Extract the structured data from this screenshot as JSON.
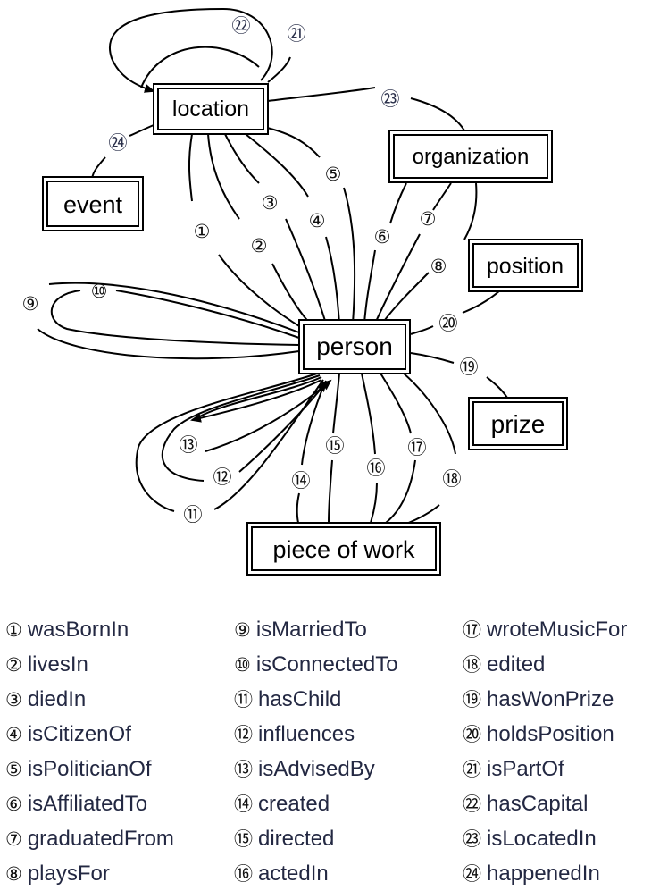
{
  "nodes": {
    "location": "location",
    "organization": "organization",
    "event": "event",
    "position": "position",
    "person": "person",
    "prize": "prize",
    "piece_of_work": "piece of work"
  },
  "edge_labels": {
    "e1": "①",
    "e2": "②",
    "e3": "③",
    "e4": "④",
    "e5": "⑤",
    "e6": "⑥",
    "e7": "⑦",
    "e8": "⑧",
    "e9": "⑨",
    "e10": "⑩",
    "e11": "⑪",
    "e12": "⑫",
    "e13": "⑬",
    "e14": "⑭",
    "e15": "⑮",
    "e16": "⑯",
    "e17": "⑰",
    "e18": "⑱",
    "e19": "⑲",
    "e20": "⑳",
    "e21": "㉑",
    "e22": "㉒",
    "e23": "㉓",
    "e24": "㉔"
  },
  "legend": [
    {
      "num": "①",
      "label": "wasBornIn"
    },
    {
      "num": "②",
      "label": "livesIn"
    },
    {
      "num": "③",
      "label": "diedIn"
    },
    {
      "num": "④",
      "label": "isCitizenOf"
    },
    {
      "num": "⑤",
      "label": "isPoliticianOf"
    },
    {
      "num": "⑥",
      "label": "isAffiliatedTo"
    },
    {
      "num": "⑦",
      "label": "graduatedFrom"
    },
    {
      "num": "⑧",
      "label": "playsFor"
    },
    {
      "num": "⑨",
      "label": "isMarriedTo"
    },
    {
      "num": "⑩",
      "label": "isConnectedTo"
    },
    {
      "num": "⑪",
      "label": "hasChild"
    },
    {
      "num": "⑫",
      "label": "influences"
    },
    {
      "num": "⑬",
      "label": "isAdvisedBy"
    },
    {
      "num": "⑭",
      "label": "created"
    },
    {
      "num": "⑮",
      "label": "directed"
    },
    {
      "num": "⑯",
      "label": "actedIn"
    },
    {
      "num": "⑰",
      "label": "wroteMusicFor"
    },
    {
      "num": "⑱",
      "label": "edited"
    },
    {
      "num": "⑲",
      "label": "hasWonPrize"
    },
    {
      "num": "⑳",
      "label": "holdsPosition"
    },
    {
      "num": "㉑",
      "label": "isPartOf"
    },
    {
      "num": "㉒",
      "label": "hasCapital"
    },
    {
      "num": "㉓",
      "label": "isLocatedIn"
    },
    {
      "num": "㉔",
      "label": "happenedIn"
    }
  ]
}
